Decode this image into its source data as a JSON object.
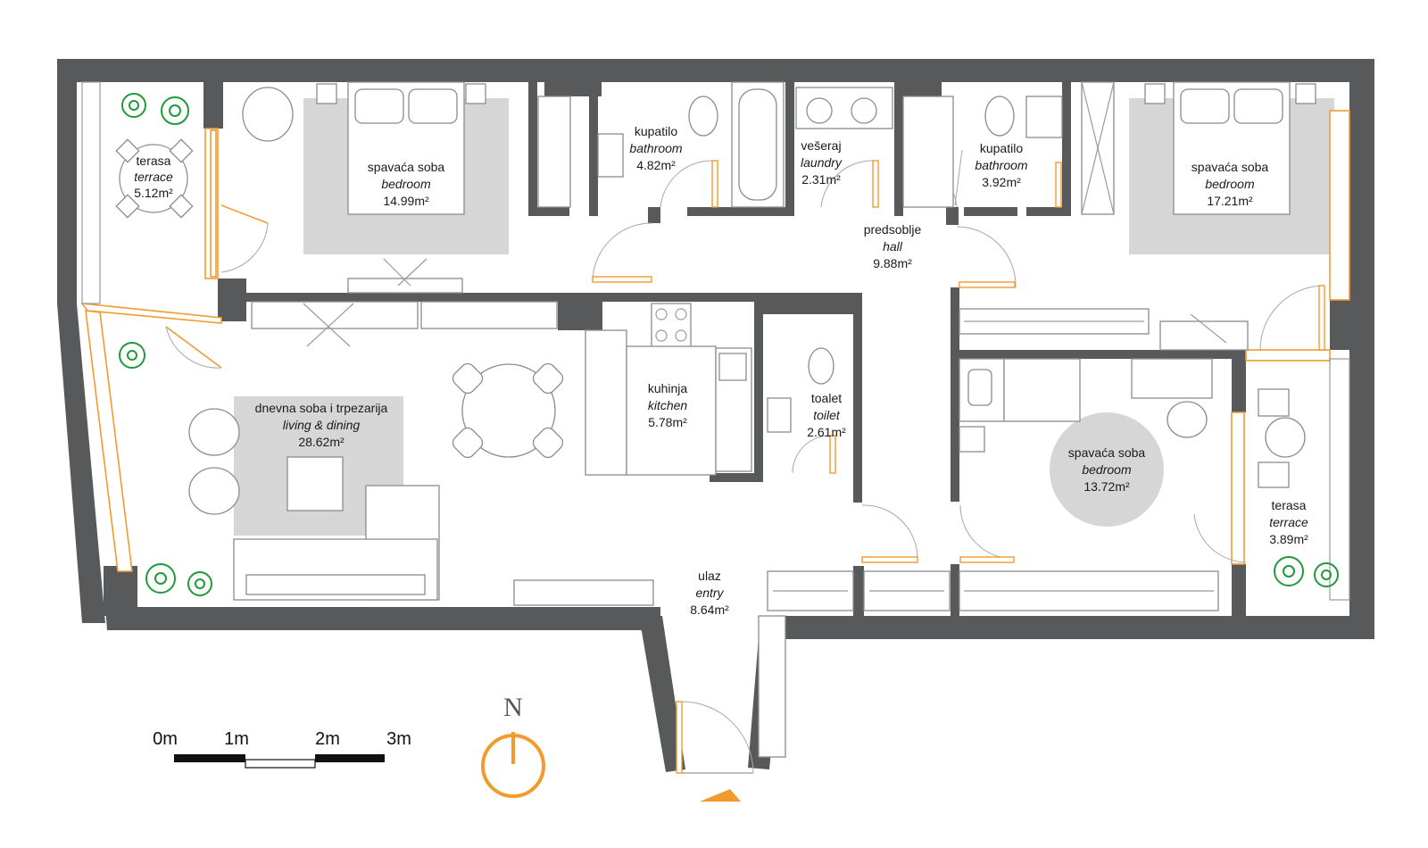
{
  "rooms": [
    {
      "id": "terrace-west",
      "name": "terasa",
      "name_en": "terrace",
      "area": "5.12m²"
    },
    {
      "id": "bedroom-1",
      "name": "spavaća soba",
      "name_en": "bedroom",
      "area": "14.99m²"
    },
    {
      "id": "bathroom-1",
      "name": "kupatilo",
      "name_en": "bathroom",
      "area": "4.82m²"
    },
    {
      "id": "laundry",
      "name": "vešeraj",
      "name_en": "laundry",
      "area": "2.31m²"
    },
    {
      "id": "bathroom-2",
      "name": "kupatilo",
      "name_en": "bathroom",
      "area": "3.92m²"
    },
    {
      "id": "bedroom-2",
      "name": "spavaća soba",
      "name_en": "bedroom",
      "area": "17.21m²"
    },
    {
      "id": "hall",
      "name": "predsoblje",
      "name_en": "hall",
      "area": "9.88m²"
    },
    {
      "id": "living",
      "name": "dnevna soba i trpezarija",
      "name_en": "living & dining",
      "area": "28.62m²"
    },
    {
      "id": "kitchen",
      "name": "kuhinja",
      "name_en": "kitchen",
      "area": "5.78m²"
    },
    {
      "id": "toilet",
      "name": "toalet",
      "name_en": "toilet",
      "area": "2.61m²"
    },
    {
      "id": "bedroom-3",
      "name": "spavaća soba",
      "name_en": "bedroom",
      "area": "13.72m²"
    },
    {
      "id": "terrace-east",
      "name": "terasa",
      "name_en": "terrace",
      "area": "3.89m²"
    },
    {
      "id": "entry",
      "name": "ulaz",
      "name_en": "entry",
      "area": "8.64m²"
    }
  ],
  "scale_bar": {
    "labels": [
      "0m",
      "1m",
      "2m",
      "3m"
    ]
  },
  "north": {
    "label": "N"
  },
  "colors": {
    "wall": "#58595b",
    "accent": "#f39a2e",
    "plant": "#1f9a3a",
    "rug": "#d6d6d6"
  }
}
